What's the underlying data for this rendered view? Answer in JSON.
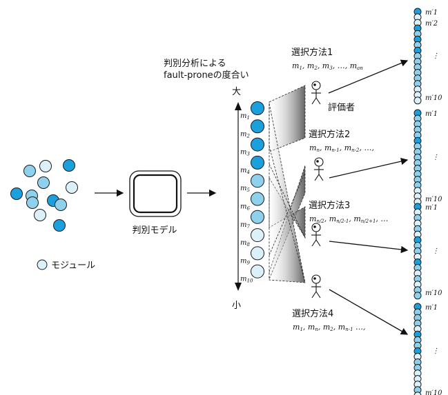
{
  "colors": {
    "high": "#1aa0dc",
    "mid": "#8fd0ec",
    "low": "#dcf0fa",
    "stroke": "#1a1a1a"
  },
  "labels": {
    "fault_prone_line1": "判別分析による",
    "fault_prone_line2": "fault-proneの度合い",
    "large": "大",
    "small": "小",
    "model": "判別モデル",
    "module_legend": "モジュール",
    "evaluator": "評価者"
  },
  "input_modules": [
    {
      "shade": "mid"
    },
    {
      "shade": "low"
    },
    {
      "shade": "high"
    },
    {
      "shade": "high"
    },
    {
      "shade": "mid"
    },
    {
      "shade": "low"
    },
    {
      "shade": "mid"
    },
    {
      "shade": "high"
    },
    {
      "shade": "mid"
    },
    {
      "shade": "low"
    },
    {
      "shade": "mid"
    },
    {
      "shade": "high"
    }
  ],
  "ranked_modules": [
    {
      "label": "m",
      "sub": "1",
      "shade": "high"
    },
    {
      "label": "m",
      "sub": "2",
      "shade": "high"
    },
    {
      "label": "m",
      "sub": "3",
      "shade": "high"
    },
    {
      "label": "m",
      "sub": "4",
      "shade": "high"
    },
    {
      "label": "m",
      "sub": "5",
      "shade": "mid"
    },
    {
      "label": "m",
      "sub": "6",
      "shade": "mid"
    },
    {
      "label": "m",
      "sub": "7",
      "shade": "mid"
    },
    {
      "label": "m",
      "sub": "8",
      "shade": "low"
    },
    {
      "label": "m",
      "sub": "9",
      "shade": "low"
    },
    {
      "label": "m",
      "sub": "10",
      "shade": "low"
    }
  ],
  "methods": [
    {
      "title": "選択方法1",
      "sequence": "m1, m2, m3, …,  man"
    },
    {
      "title": "選択方法2",
      "sequence": "mn, mn-1, mn-2, …,"
    },
    {
      "title": "選択方法3",
      "sequence": "mn/2, mn/2-1, mn/2+1, …"
    },
    {
      "title": "選択方法4",
      "sequence": "m1, mn, m2, mn-1 …,"
    }
  ],
  "output_columns": [
    {
      "top": "m′1",
      "second": "m′2",
      "bottom": "m′10"
    },
    {
      "top": "m′1",
      "bottom": "m′10"
    },
    {
      "top": "m′1",
      "bottom": "m′10"
    },
    {
      "top": "m′1",
      "bottom": "m′10"
    }
  ],
  "dots": "⋮"
}
